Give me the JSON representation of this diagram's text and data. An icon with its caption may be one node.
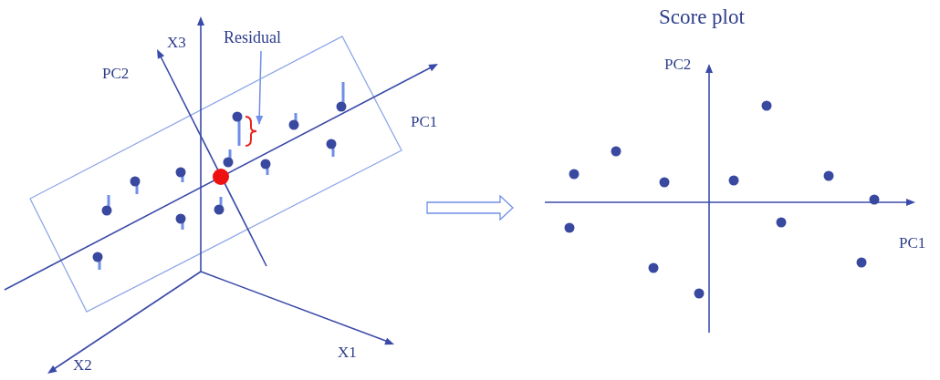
{
  "diagram": {
    "nodes": [
      {
        "text": [],
        "shape": "picture"
      },
      {
        "text": [
          "Score plot"
        ]
      },
      {
        "text": [
          "Residual"
        ],
        "in": 0
      },
      {
        "text": [],
        "shape": "bracket",
        "in": 0
      }
    ],
    "edges": [
      {
        "from": 0,
        "to": 1,
        "arrow": "to"
      },
      {
        "from": 2,
        "to": 3,
        "arrow": "to"
      }
    ],
    "labels": [
      "X3",
      "PC2",
      "PC1",
      "X1",
      "X2",
      "PC2",
      "PC1"
    ]
  }
}
